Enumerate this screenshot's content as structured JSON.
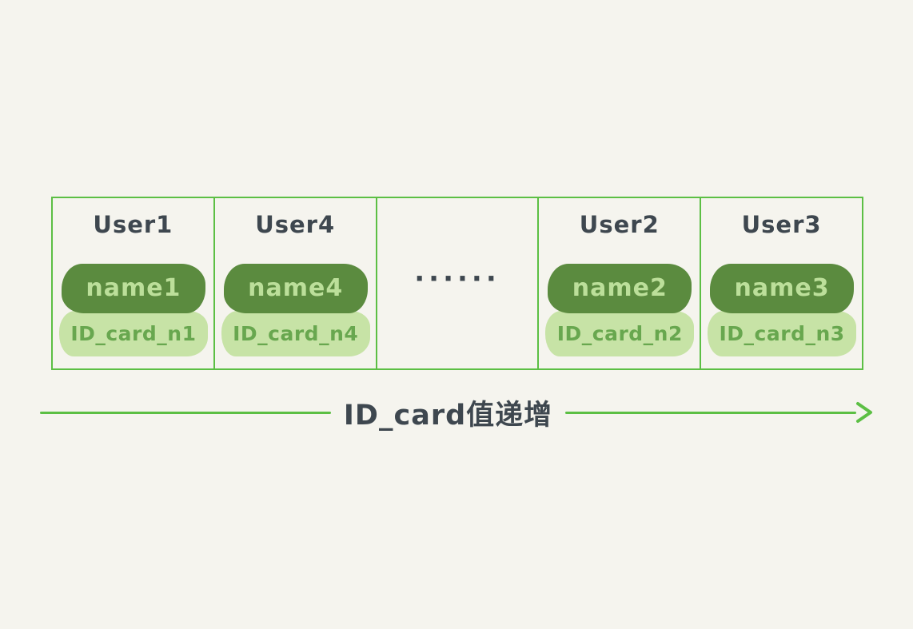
{
  "diagram": {
    "cells": [
      {
        "user": "User1",
        "name": "name1",
        "id_card": "ID_card_n1"
      },
      {
        "user": "User4",
        "name": "name4",
        "id_card": "ID_card_n4"
      },
      {
        "ellipsis": "······"
      },
      {
        "user": "User2",
        "name": "name2",
        "id_card": "ID_card_n2"
      },
      {
        "user": "User3",
        "name": "name3",
        "id_card": "ID_card_n3"
      }
    ],
    "arrow": {
      "label": "ID_card值递增"
    },
    "colors": {
      "background": "#f5f4ee",
      "border_green": "#5cbf44",
      "dark_pill": "#5b8b3f",
      "dark_pill_text": "#bcdf9a",
      "light_pill": "#c7e3a6",
      "light_pill_text": "#68a74f",
      "heading_text": "#3e474f"
    }
  }
}
